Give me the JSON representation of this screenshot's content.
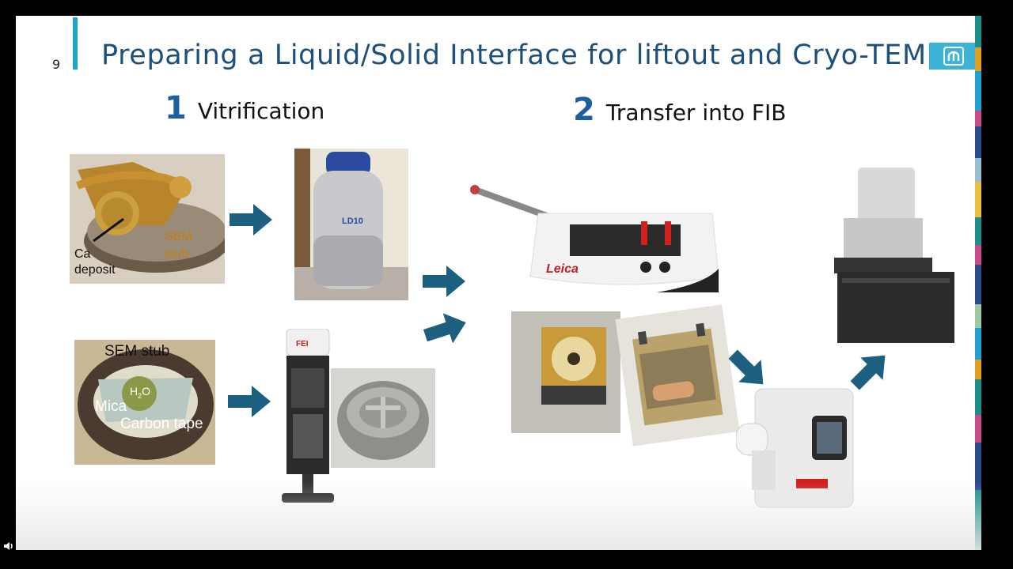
{
  "slide": {
    "page_number": "9",
    "title": "Preparing a Liquid/Solid Interface for liftout and Cryo-TEM",
    "steps": [
      {
        "number": "1",
        "label": "Vitrification"
      },
      {
        "number": "2",
        "label": "Transfer into FIB"
      }
    ],
    "photo_labels": {
      "ca": "Ca",
      "deposit": "deposit",
      "sem_stub_1": "SEM",
      "sem_stub_2": "stub",
      "sem_stub_top": "SEM stub",
      "h2o": "H",
      "h2o_sub": "2",
      "h2o_end": "O",
      "mica": "Mica",
      "carbon_tape": "Carbon tape",
      "dewar_brand": "LD10",
      "fei": "FEI",
      "leica": "Leica"
    }
  },
  "colors": {
    "title": "#1d4f7c",
    "arrow": "#1d5f7f",
    "accent": "#1fa2cf",
    "logo_bg": "#3fb2d8"
  },
  "icons": [
    "speaker-icon",
    "sandia-logo-icon",
    "arrow-right-icon"
  ]
}
